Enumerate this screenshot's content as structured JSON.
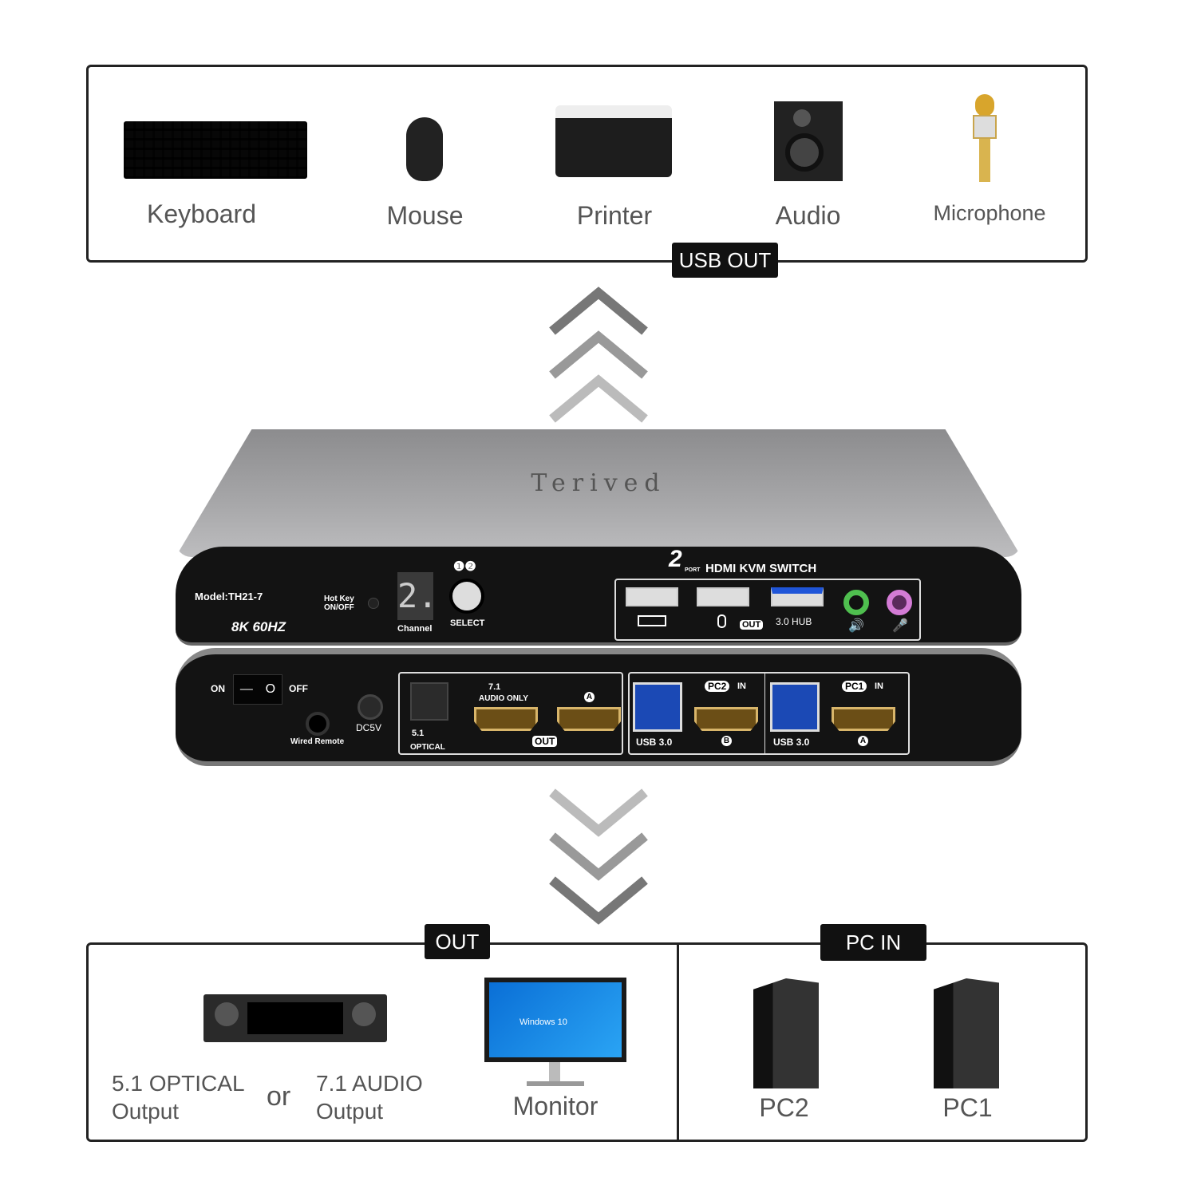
{
  "usb_out": {
    "tag": "USB OUT",
    "devices": [
      {
        "label": "Keyboard",
        "icon": "keyboard-icon"
      },
      {
        "label": "Mouse",
        "icon": "mouse-icon"
      },
      {
        "label": "Printer",
        "icon": "printer-icon"
      },
      {
        "label": "Audio",
        "icon": "speaker-icon"
      },
      {
        "label": "Microphone",
        "icon": "microphone-icon"
      }
    ]
  },
  "device": {
    "brand": "Terived",
    "front": {
      "model": "Model:TH21-7",
      "resolution": "8K 60HZ",
      "hotkey": "Hot Key\nON/OFF",
      "channel_digit": "2.",
      "channel_label": "Channel",
      "select_nums": "❶❷",
      "select_label": "SELECT",
      "title_num": "2",
      "title_port": "PORT",
      "title": "HDMI KVM SWITCH",
      "out_badge": "OUT",
      "hub_label": "3.0 HUB"
    },
    "back": {
      "on": "ON",
      "off": "OFF",
      "switch_on": "—",
      "switch_off": "O",
      "wired_remote": "Wired Remote",
      "dc": "DC5V",
      "optical_num": "5.1",
      "optical": "OPTICAL",
      "audio_num": "7.1",
      "audio_only": "AUDIO ONLY",
      "port_a": "A",
      "out": "OUT",
      "pc2": "PC2",
      "pc1": "PC1",
      "in": "IN",
      "usb1": "USB 3.0",
      "usb2": "USB 3.0",
      "port_b": "B",
      "port_a2": "A"
    }
  },
  "out": {
    "tag": "OUT",
    "optical_label": "5.1 OPTICAL\nOutput",
    "or": "or",
    "audio_label": "7.1 AUDIO\nOutput",
    "monitor_label": "Monitor",
    "screen_text": "Windows 10"
  },
  "pc_in": {
    "tag": "PC IN",
    "pcs": [
      {
        "label": "PC2"
      },
      {
        "label": "PC1"
      }
    ]
  }
}
